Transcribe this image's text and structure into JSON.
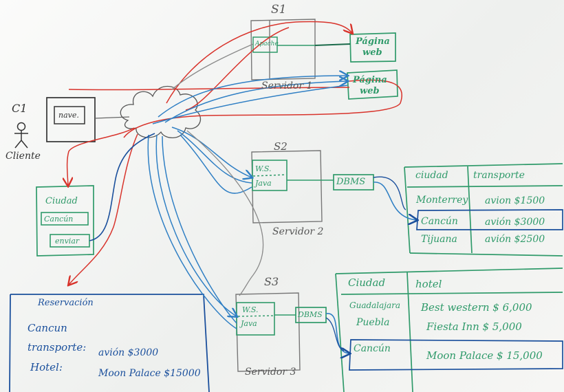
{
  "colors": {
    "green_marker": "#2f9a6a",
    "blue_marker": "#1a4f9c",
    "red_marker": "#d8332b",
    "light_blue_marker": "#2f7fc4",
    "gray_marker": "#8a8a8a",
    "black_marker": "#333333"
  },
  "client": {
    "id": "C1",
    "label": "Cliente",
    "browser": "nave.",
    "icon": "stick-figure-icon"
  },
  "cloud": {
    "icon": "cloud-icon"
  },
  "server1": {
    "id": "S1",
    "caption": "Servidor 1",
    "apache": "Apache",
    "page_top": [
      "Página",
      "web"
    ],
    "page_bottom": [
      "Página",
      "web"
    ]
  },
  "server2": {
    "id": "S2",
    "caption": "Servidor 2",
    "ws": "W.S.",
    "java": "Java",
    "dbms": "DBMS"
  },
  "server3": {
    "id": "S3",
    "caption": "Servidor 3",
    "ws": "W.S.",
    "java": "Java",
    "dbms": "DBMS"
  },
  "form": {
    "title": "Ciudad",
    "field": "Cancún",
    "button": "enviar"
  },
  "reservation": {
    "title": "Reservación",
    "city": "Cancun",
    "transport_label": "transporte:",
    "transport_value": "avión $3000",
    "hotel_label": "Hotel:",
    "hotel_value": "Moon Palace $15000"
  },
  "transport_table": {
    "headers": [
      "ciudad",
      "transporte"
    ],
    "rows": [
      [
        "Monterrey",
        "avion $1500"
      ],
      [
        "Cancún",
        "avión $3000"
      ],
      [
        "Tijuana",
        "avión $2500"
      ]
    ]
  },
  "hotel_table": {
    "headers": [
      "Ciudad",
      "hotel"
    ],
    "rows": [
      [
        "Guadalajara",
        "Best western $ 6,000"
      ],
      [
        "Puebla",
        "Fiesta Inn $ 5,000"
      ],
      [
        "Cancún",
        "Moon Palace $ 15,000"
      ]
    ]
  }
}
